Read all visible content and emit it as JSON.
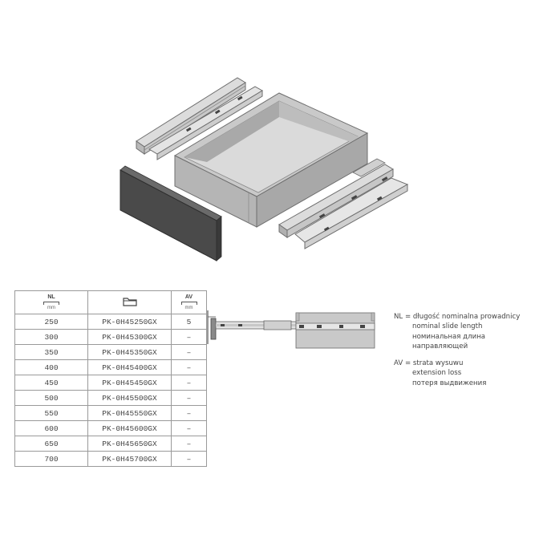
{
  "table": {
    "headers": {
      "nl_abbr": "NL",
      "nl_unit": "mm",
      "code_icon": "folder-icon",
      "av_abbr": "AV",
      "av_unit": "mm"
    },
    "rows": [
      {
        "nl": "250",
        "code": "PK-0H45250GX",
        "av": "5"
      },
      {
        "nl": "300",
        "code": "PK-0H45300GX",
        "av": "–"
      },
      {
        "nl": "350",
        "code": "PK-0H45350GX",
        "av": "–"
      },
      {
        "nl": "400",
        "code": "PK-0H45400GX",
        "av": "–"
      },
      {
        "nl": "450",
        "code": "PK-0H45450GX",
        "av": "–"
      },
      {
        "nl": "500",
        "code": "PK-0H45500GX",
        "av": "–"
      },
      {
        "nl": "550",
        "code": "PK-0H45550GX",
        "av": "–"
      },
      {
        "nl": "600",
        "code": "PK-0H45600GX",
        "av": "–"
      },
      {
        "nl": "650",
        "code": "PK-0H45650GX",
        "av": "–"
      },
      {
        "nl": "700",
        "code": "PK-0H45700GX",
        "av": "–"
      }
    ]
  },
  "legend": {
    "nl": {
      "line1": "NL = długość nominalna prowadnicy",
      "line2": "nominal slide length",
      "line3": "номинальная длина",
      "line4": "направляющей"
    },
    "av": {
      "line1": "AV = strata wysuwu",
      "line2": "extension loss",
      "line3": "потеря выдвижения"
    }
  },
  "colors": {
    "drawer_front": "#4a4a4a",
    "drawer_box": "#b9b9b9",
    "slide_metal": "#d6d6d6",
    "border": "#9a9a9a"
  }
}
